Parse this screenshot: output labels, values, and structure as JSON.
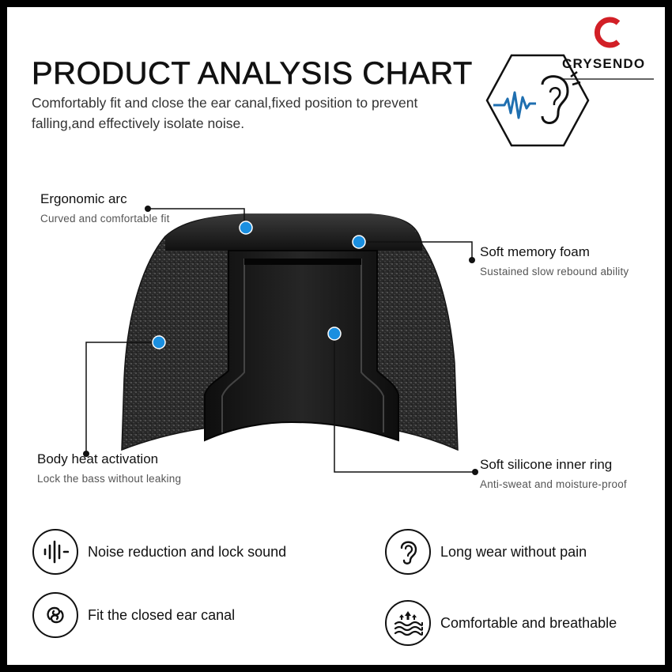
{
  "header": {
    "title": "PRODUCT ANALYSIS CHART",
    "subtitle": "Comfortably fit and close the ear canal,fixed position to prevent falling,and effectively isolate noise."
  },
  "brand": {
    "name": "CRYSENDO",
    "logo_letter": "C"
  },
  "colors": {
    "accent_red": "#d21f26",
    "dot_blue": "#1a8fe0",
    "wave_blue": "#1f6fb0",
    "foam": "#232323"
  },
  "callouts": [
    {
      "title": "Ergonomic arc",
      "desc": "Curved and comfortable fit"
    },
    {
      "title": "Soft memory foam",
      "desc": "Sustained slow rebound ability"
    },
    {
      "title": "Body heat activation",
      "desc": "Lock the bass without leaking"
    },
    {
      "title": "Soft silicone inner ring",
      "desc": "Anti-sweat and moisture-proof"
    }
  ],
  "features": [
    {
      "label": "Noise reduction and lock sound",
      "icon": "sound-wave-icon"
    },
    {
      "label": "Long wear without pain",
      "icon": "ear-icon"
    },
    {
      "label": "Fit the closed ear canal",
      "icon": "swirl-icon"
    },
    {
      "label": "Comfortable and breathable",
      "icon": "breathable-waves-icon"
    }
  ]
}
